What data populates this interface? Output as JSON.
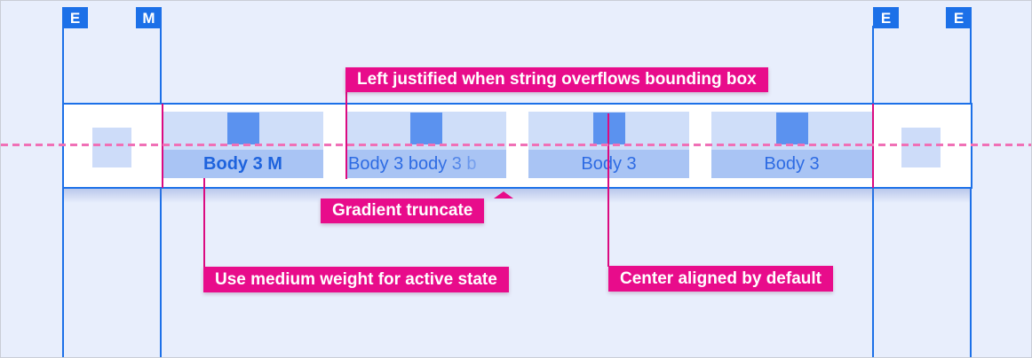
{
  "colors": {
    "background": "#e8eefc",
    "guide_blue": "#1c70e8",
    "tab_icon_blue": "#5b92ef",
    "tab_top_band": "#cfdef9",
    "tab_label_band": "#a9c4f4",
    "side_square": "#cddcf9",
    "label_text_active": "#1e63dd",
    "label_text_inactive": "#2d6be3",
    "annotation_pink": "#e80c8b",
    "annotation_line_pink": "#db0b81",
    "dashed_guide_pink": "#f070b6"
  },
  "margin_markers": [
    {
      "label": "E"
    },
    {
      "label": "M"
    },
    {
      "label": "E"
    },
    {
      "label": "E"
    }
  ],
  "tabs": [
    {
      "label": "Body 3 M",
      "state": "active"
    },
    {
      "label": "Body 3 body 3 b",
      "state": "truncated"
    },
    {
      "label": "Body 3",
      "state": "default"
    },
    {
      "label": "Body 3",
      "state": "default"
    }
  ],
  "annotations": {
    "left_justified": "Left justified when string overflows bounding box",
    "gradient_truncate": "Gradient truncate",
    "medium_weight": "Use medium weight for active state",
    "center_aligned": "Center aligned by default"
  }
}
